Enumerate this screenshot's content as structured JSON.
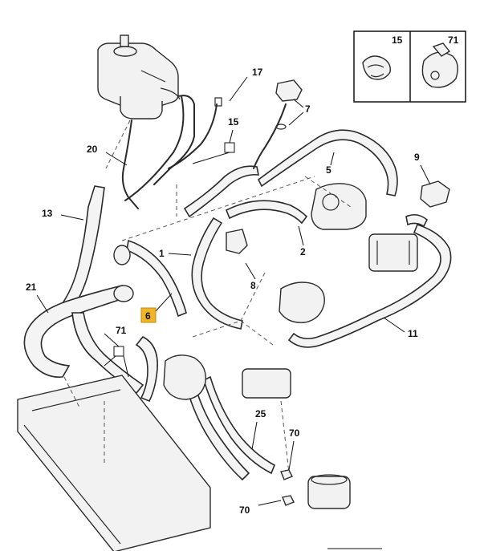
{
  "callouts": {
    "c1": "1",
    "c2": "2",
    "c5": "5",
    "c6": "6",
    "c7": "7",
    "c8": "8",
    "c9": "9",
    "c11": "11",
    "c13": "13",
    "c15": "15",
    "c17": "17",
    "c20": "20",
    "c21": "21",
    "c25": "25",
    "c70a": "70",
    "c70b": "70",
    "c71": "71"
  },
  "legend": {
    "left_label": "15",
    "right_label": "71"
  },
  "colors": {
    "highlight": "#f0b429",
    "line": "#2a2a2a"
  }
}
